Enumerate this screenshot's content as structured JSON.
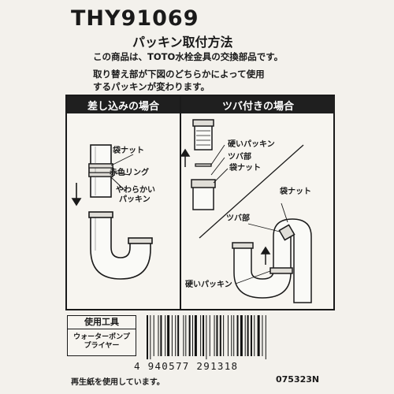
{
  "product_code": "THY91069",
  "title": "パッキン取付方法",
  "notice": "この商品は、TOTO水栓金具の交換部品です。",
  "instruction_lines": [
    "取り替え部が下図のどちらかによって使用",
    "するパッキンが変わります。"
  ],
  "left_panel": {
    "heading": "差し込みの場合",
    "labels": {
      "nut": "袋ナット",
      "red_ring": "赤色リング",
      "soft_packing_1": "やわらかい",
      "soft_packing_2": "パッキン"
    }
  },
  "right_panel": {
    "heading": "ツバ付きの場合",
    "labels": {
      "hard_packing": "硬いパッキン",
      "flange": "ツバ部",
      "nut": "袋ナット",
      "nut_2": "袋ナット",
      "flange_2": "ツバ部",
      "hard_packing_2": "硬いパッキン"
    }
  },
  "tools": {
    "heading": "使用工具",
    "item_line1": "ウォーターポンプ",
    "item_line2": "プライヤー"
  },
  "barcode_number": "4 940577 291318",
  "footer_left": "再生紙を使用しています。",
  "footer_right": "075323N"
}
